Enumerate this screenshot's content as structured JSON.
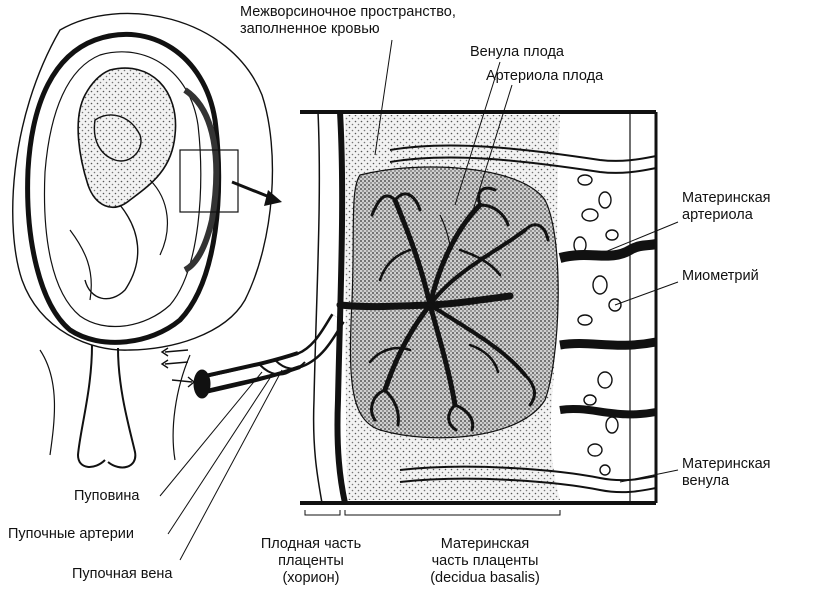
{
  "labels": {
    "intervillous_space": {
      "line1": "Межворсиночное пространство,",
      "line2": "заполненное кровью"
    },
    "fetal_venule": "Венула плода",
    "fetal_arteriole": "Артериола плода",
    "maternal_arteriole": {
      "line1": "Материнская",
      "line2": "артериола"
    },
    "myometrium": "Миометрий",
    "maternal_venule": {
      "line1": "Материнская",
      "line2": "венула"
    },
    "umbilical_cord": "Пуповина",
    "umbilical_arteries": "Пупочные артерии",
    "umbilical_vein": "Пупочная вена",
    "fetal_part": {
      "line1": "Плодная часть",
      "line2": "плаценты",
      "line3": "(хорион)"
    },
    "maternal_part": {
      "line1": "Материнская",
      "line2": "часть плаценты",
      "line3": "(decidua basalis)"
    }
  }
}
